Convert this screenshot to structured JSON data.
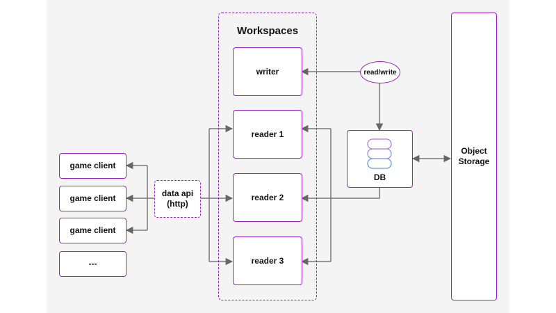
{
  "diagram": {
    "workspaces": {
      "title": "Workspaces"
    },
    "nodes": {
      "writer": "writer",
      "reader1": "reader 1",
      "reader2": "reader 2",
      "reader3": "reader 3",
      "data_api": "data api\n(http)",
      "game_client_1": "game client",
      "game_client_2": "game client",
      "game_client_3": "game client",
      "ellipsis": "---",
      "db": "DB",
      "read_write": "read/write",
      "object_storage": "Object\nStorage"
    },
    "colors": {
      "border": "#9b1fc8",
      "arrow": "#666666",
      "background": "#f4f4f4",
      "db_top": "#b57ad8",
      "db_bottom": "#5aa0d8"
    },
    "icons": {
      "db": "database-icon"
    }
  }
}
